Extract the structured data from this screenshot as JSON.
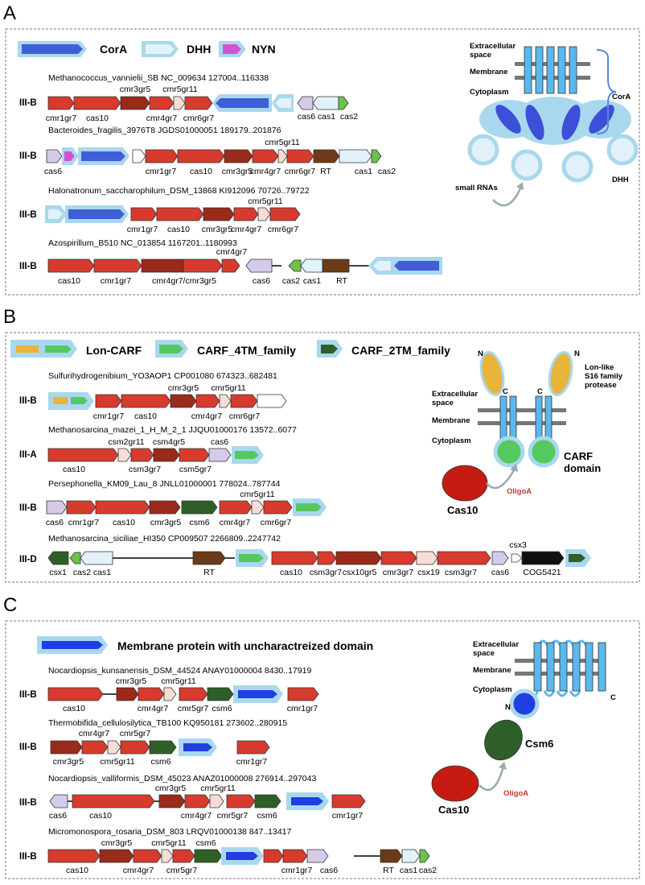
{
  "colors": {
    "cmr_red": "#d63b2e",
    "dark_red": "#9a2a1a",
    "light_pink": "#f8dcd6",
    "lavender": "#d5cbe8",
    "pale_blue": "#e2f1fa",
    "green": "#6cc24a",
    "brown": "#6b3a16",
    "dark_green": "#2e5f28",
    "black": "#111111",
    "halo": "#a9d8ee",
    "corA_blue": "#3f5ed8",
    "nyn_pink": "#d054cf",
    "lon_yellow": "#e8b43a",
    "carf_green": "#55c95f",
    "membrane_blue": "#1f3fe0"
  },
  "panels": [
    {
      "letter": "A",
      "legend": [
        "CorA",
        "DHH",
        "NYN"
      ],
      "loci": [
        {
          "type": "III-B",
          "species": "Methanococcus_vannielii_SB NC_009634 127004..116338",
          "gene_labels": [
            "cmr1gr7",
            "cas10",
            "cmr3gr5",
            "cmr4gr7",
            "cmr5gr11",
            "cmr6gr7",
            "cas6",
            "cas1",
            "cas2"
          ]
        },
        {
          "type": "III-B",
          "species": "Bacteroides_fragilis_3976T8 JGDS01000051 189179..201876",
          "gene_labels": [
            "cas6",
            "cmr1gr7",
            "cas10",
            "cmr3gr5",
            "cmr4gr7",
            "cmr5gr11",
            "cmr6gr7",
            "RT",
            "cas1",
            "cas2"
          ]
        },
        {
          "type": "III-B",
          "species": "Halonatronum_saccharophilum_DSM_13868 KI912096 70726..79722",
          "gene_labels": [
            "cmr1gr7",
            "cas10",
            "cmr3gr5",
            "cmr4gr7",
            "cmr5gr11",
            "cmr6gr7"
          ]
        },
        {
          "type": "III-B",
          "species": "Azospirillum_B510 NC_013854 1167201..1180993",
          "gene_labels": [
            "cas10",
            "cmr1gr7",
            "cmr4gr7/cmr3gr5",
            "cmr4gr7",
            "cas6",
            "cas2",
            "cas1",
            "RT"
          ]
        }
      ],
      "schematic": {
        "extracellular": "Extracellular space",
        "membrane": "Membrane",
        "cytoplasm": "Cytoplasm",
        "cora": "CorA",
        "dhh": "DHH",
        "small_rnas": "small RNAs"
      }
    },
    {
      "letter": "B",
      "legend": [
        "Lon-CARF",
        "CARF_4TM_family",
        "CARF_2TM_family"
      ],
      "loci": [
        {
          "type": "III-B",
          "species": "Sulfurihydrogenibium_YO3AOP1  CP001080 674323..682481",
          "gene_labels": [
            "cmr1gr7",
            "cas10",
            "cmr3gr5",
            "cmr4gr7",
            "cmr5gr11",
            "cmr6gr7"
          ]
        },
        {
          "type": "III-A",
          "species": "Methanosarcina_mazei_1_H_M_2_1 JJQU01000176 13572..6077",
          "gene_labels": [
            "cas10",
            "csm2gr11",
            "csm3gr7",
            "csm4gr5",
            "csm5gr7",
            "cas6"
          ]
        },
        {
          "type": "III-B",
          "species": "Persephonella_KM09_Lau_8 JNLL01000001 778024..787744",
          "gene_labels": [
            "cas6",
            "cmr1gr7",
            "cas10",
            "cmr3gr5",
            "csm6",
            "cmr4gr7",
            "cmr5gr11",
            "cmr6gr7"
          ]
        },
        {
          "type": "III-D",
          "species": "Methanosarcina_siciliae_HI350 CP009507 2266809..2247742",
          "gene_labels": [
            "csx1",
            "cas2",
            "cas1",
            "RT",
            "cas10",
            "csm3gr7",
            "csx10gr5",
            "cmr3gr7",
            "csx19",
            "csm3gr7",
            "cas6",
            "csx3",
            "COG5421"
          ]
        }
      ],
      "schematic": {
        "extracellular": "Extracellular space",
        "membrane": "Membrane",
        "cytoplasm": "Cytoplasm",
        "n1": "N",
        "n2": "N",
        "c1": "C",
        "c2": "C",
        "protease": "Lon-like S16 family protease",
        "carf1": "CARF",
        "carf2": "domain",
        "cas10": "Cas10",
        "oligoa": "OligoA"
      }
    },
    {
      "letter": "C",
      "legend": [
        "Membrane protein with uncharactreized domain"
      ],
      "loci": [
        {
          "type": "III-B",
          "species": "Nocardiopsis_kunsanensis_DSM_44524  ANAY01000004 8430..17919",
          "gene_labels": [
            "cas10",
            "cmr3gr5",
            "cmr4gr7",
            "cmr5gr11",
            "cmr5gr7",
            "csm6",
            "cmr1gr7"
          ]
        },
        {
          "type": "III-B",
          "species": "Thermobifida_cellulosilytica_TB100 KQ950181 273602..280915",
          "gene_labels": [
            "cmr3gr5",
            "cmr4gr7",
            "cmr5gr11",
            "cmr5gr7",
            "csm6",
            "cmr1gr7"
          ]
        },
        {
          "type": "III-B",
          "species": "Nocardiopsis_valliformis_DSM_45023  ANAZ01000008 276914..297043",
          "gene_labels": [
            "cas6",
            "cas10",
            "cmr3gr5",
            "cmr4gr7",
            "cmr5gr11",
            "cmr5gr7",
            "csm6",
            "cmr1gr7"
          ]
        },
        {
          "type": "III-B",
          "species": "Micromonospora_rosaria_DSM_803 LRQV01000138 847..13417",
          "gene_labels": [
            "cas10",
            "cmr3gr5",
            "cmr4gr7",
            "cmr5gr11",
            "cmr5gr7",
            "csm6",
            "cmr1gr7",
            "cas6",
            "RT",
            "cas1",
            "cas2"
          ]
        }
      ],
      "schematic": {
        "extracellular": "Extracellular space",
        "membrane": "Membrane",
        "cytoplasm": "Cytoplasm",
        "n": "N",
        "c": "C",
        "csm6": "Csm6",
        "cas10": "Cas10",
        "oligoa": "OligoA"
      }
    }
  ]
}
